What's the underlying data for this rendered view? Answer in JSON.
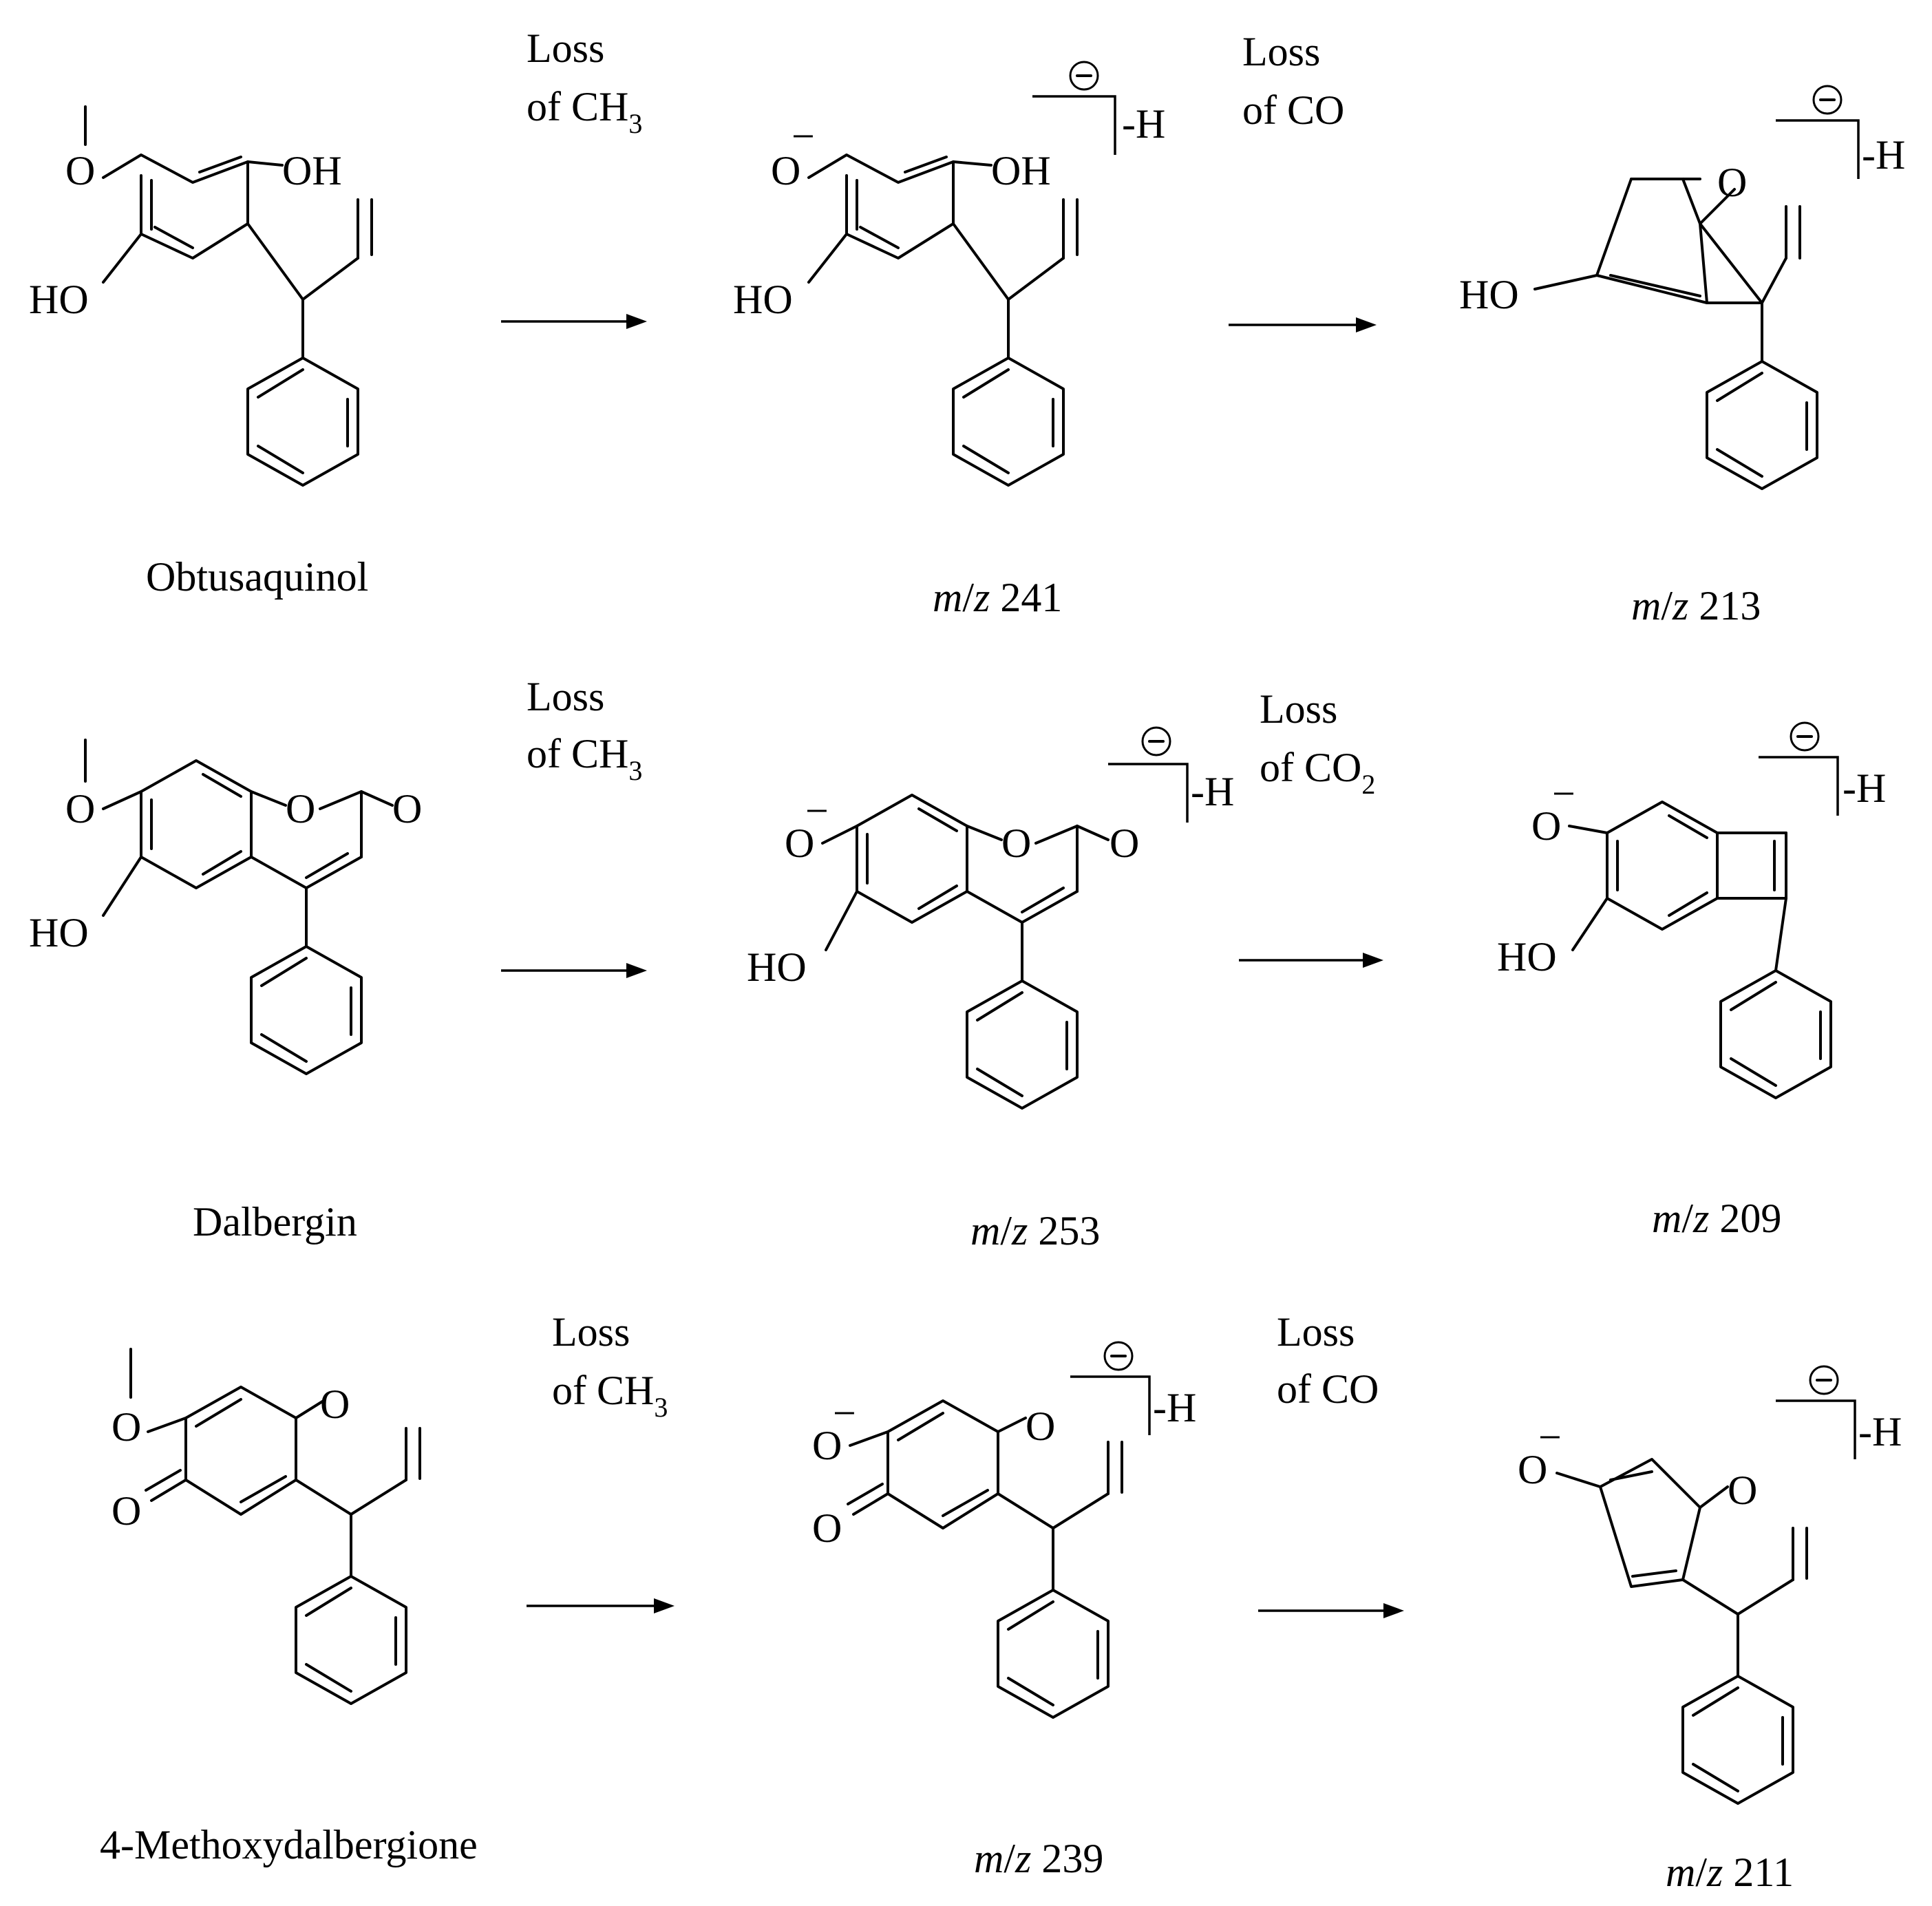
{
  "rows": [
    {
      "name": "obtusaquinol",
      "precursor": "Obtusaquinol",
      "step1": {
        "loss_word": "Loss",
        "loss_of": "of CH",
        "loss_sub": "3",
        "product": "241"
      },
      "step2": {
        "loss_word": "Loss",
        "loss_of": "of CO",
        "loss_sub": "",
        "product": "213"
      }
    },
    {
      "name": "dalbergin",
      "precursor": "Dalbergin",
      "step1": {
        "loss_word": "Loss",
        "loss_of": "of CH",
        "loss_sub": "3",
        "product": "253"
      },
      "step2": {
        "loss_word": "Loss",
        "loss_of": "of CO",
        "loss_sub": "2",
        "product": "209"
      }
    },
    {
      "name": "methoxydalbergione",
      "precursor": "4-Methoxydalbergione",
      "step1": {
        "loss_word": "Loss",
        "loss_of": "of CH",
        "loss_sub": "3",
        "product": "239"
      },
      "step2": {
        "loss_word": "Loss",
        "loss_of": "of CO",
        "loss_sub": "",
        "product": "211"
      }
    }
  ],
  "mz_prefix_m": "m",
  "mz_prefix_slash": "/",
  "mz_prefix_z": "z",
  "atoms": {
    "oh": "OH",
    "ho": "HO",
    "o": "O",
    "minus": "−",
    "deprotonated": "-H",
    "charge": "⊖"
  }
}
